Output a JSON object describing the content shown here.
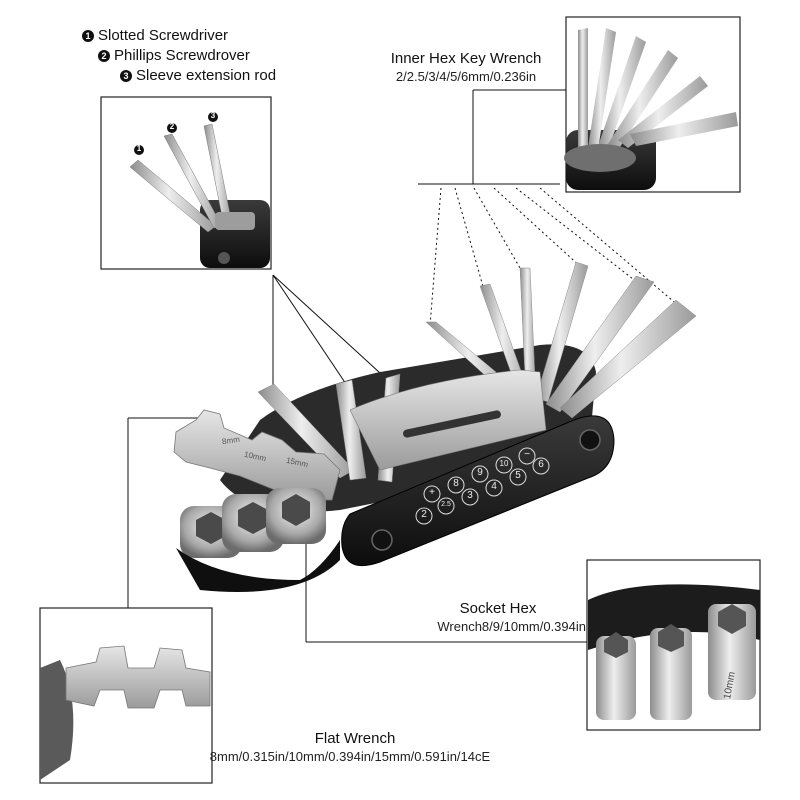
{
  "legend": {
    "items": [
      {
        "num": "1",
        "label": "Slotted Screwdriver"
      },
      {
        "num": "2",
        "label": "Phillips  Screwdrover"
      },
      {
        "num": "3",
        "label": "Sleeve  extension rod"
      }
    ]
  },
  "hex_key": {
    "title": "Inner Hex Key Wrench",
    "sizes": "2/2.5/3/4/5/6mm/0.236in"
  },
  "socket": {
    "title": "Socket Hex",
    "sizes": "Wrench8/9/10mm/0.394in"
  },
  "flat_wrench": {
    "title": "Flat Wrench",
    "sizes": "8mm/0.315in/10mm/0.394in/15mm/0.591in/14cE"
  },
  "tool_body": {
    "markings_top": [
      "+",
      "8",
      "9",
      "10",
      "−"
    ],
    "markings_bottom": [
      "2",
      "2.5",
      "3",
      "4",
      "5",
      "6"
    ],
    "wrench_marks": [
      "8mm",
      "10mm",
      "15mm"
    ],
    "socket_marks": [
      "10mm"
    ]
  },
  "detail_callouts": {
    "screwdriver_nums": [
      "1",
      "2",
      "3"
    ]
  },
  "colors": {
    "metal": "#c9c9c9",
    "metal_dark": "#8a8a8a",
    "body": "#1a1a1a",
    "frame": "#222222",
    "leader": "#111111"
  }
}
